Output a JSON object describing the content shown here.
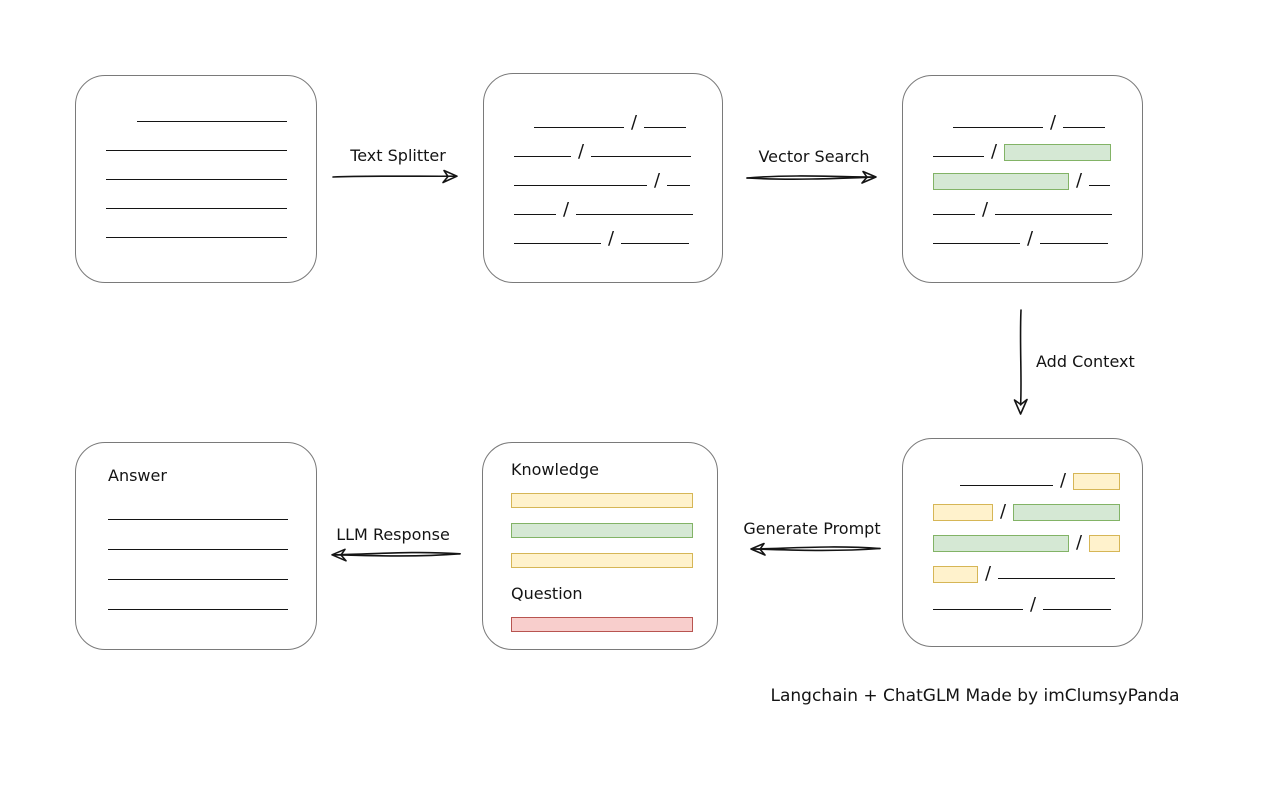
{
  "caption": "Langchain + ChatGLM Made by imClumsyPanda",
  "glyphs": {
    "slash": "/"
  },
  "colors": {
    "green_fill": "#d5e8d4",
    "green_border": "#82b366",
    "yellow_fill": "#fff2cc",
    "yellow_border": "#d6b656",
    "red_fill": "#f8cecc",
    "red_border": "#b85450",
    "node_border": "#7a7a7a",
    "ink": "#141414"
  },
  "arrows": {
    "text_splitter": {
      "label": "Text Splitter",
      "direction": "right"
    },
    "vector_search": {
      "label": "Vector Search",
      "direction": "right"
    },
    "add_context": {
      "label": "Add Context",
      "direction": "down"
    },
    "generate_prompt": {
      "label": "Generate Prompt",
      "direction": "left"
    },
    "llm_response": {
      "label": "LLM Response",
      "direction": "left"
    }
  },
  "nodes": {
    "source_document": {
      "rows": [
        [
          {
            "t": "gap",
            "w": 31
          },
          {
            "t": "line",
            "w": 150
          }
        ],
        [
          {
            "t": "line",
            "w": 181
          }
        ],
        [
          {
            "t": "line",
            "w": 181
          }
        ],
        [
          {
            "t": "line",
            "w": 181
          }
        ],
        [
          {
            "t": "line",
            "w": 181
          }
        ]
      ]
    },
    "split_document": {
      "rows": [
        [
          {
            "t": "gap",
            "w": 20
          },
          {
            "t": "line",
            "w": 90
          },
          {
            "t": "slash"
          },
          {
            "t": "line",
            "w": 42
          }
        ],
        [
          {
            "t": "line",
            "w": 57
          },
          {
            "t": "slash"
          },
          {
            "t": "line",
            "w": 100
          }
        ],
        [
          {
            "t": "line",
            "w": 133
          },
          {
            "t": "slash"
          },
          {
            "t": "line",
            "w": 23
          }
        ],
        [
          {
            "t": "line",
            "w": 42
          },
          {
            "t": "slash"
          },
          {
            "t": "line",
            "w": 117
          }
        ],
        [
          {
            "t": "line",
            "w": 87
          },
          {
            "t": "slash"
          },
          {
            "t": "line",
            "w": 68
          }
        ]
      ]
    },
    "vector_search_result": {
      "rows": [
        [
          {
            "t": "gap",
            "w": 20
          },
          {
            "t": "line",
            "w": 90
          },
          {
            "t": "slash"
          },
          {
            "t": "line",
            "w": 42
          }
        ],
        [
          {
            "t": "line",
            "w": 51
          },
          {
            "t": "slash"
          },
          {
            "t": "green",
            "w": 107
          }
        ],
        [
          {
            "t": "green",
            "w": 136
          },
          {
            "t": "slash"
          },
          {
            "t": "line",
            "w": 21
          }
        ],
        [
          {
            "t": "line",
            "w": 42
          },
          {
            "t": "slash"
          },
          {
            "t": "line",
            "w": 117
          }
        ],
        [
          {
            "t": "line",
            "w": 87
          },
          {
            "t": "slash"
          },
          {
            "t": "line",
            "w": 68
          }
        ]
      ]
    },
    "context_result": {
      "rows": [
        [
          {
            "t": "gap",
            "w": 27
          },
          {
            "t": "line",
            "w": 93
          },
          {
            "t": "slash"
          },
          {
            "t": "yellow",
            "w": 47
          }
        ],
        [
          {
            "t": "yellow",
            "w": 60
          },
          {
            "t": "slash"
          },
          {
            "t": "green",
            "w": 107
          }
        ],
        [
          {
            "t": "green",
            "w": 136
          },
          {
            "t": "slash"
          },
          {
            "t": "yellow",
            "w": 31
          }
        ],
        [
          {
            "t": "yellow",
            "w": 45
          },
          {
            "t": "slash"
          },
          {
            "t": "line",
            "w": 117
          }
        ],
        [
          {
            "t": "line",
            "w": 90
          },
          {
            "t": "slash"
          },
          {
            "t": "line",
            "w": 68
          }
        ]
      ]
    },
    "prompt": {
      "knowledge_label": "Knowledge",
      "knowledge_bars": [
        "yellow",
        "green",
        "yellow"
      ],
      "question_label": "Question",
      "question_bars": [
        "red"
      ]
    },
    "answer": {
      "label": "Answer",
      "rows": [
        [
          {
            "t": "line",
            "w": 180
          }
        ],
        [
          {
            "t": "line",
            "w": 180
          }
        ],
        [
          {
            "t": "line",
            "w": 180
          }
        ],
        [
          {
            "t": "line",
            "w": 180
          }
        ]
      ]
    }
  }
}
